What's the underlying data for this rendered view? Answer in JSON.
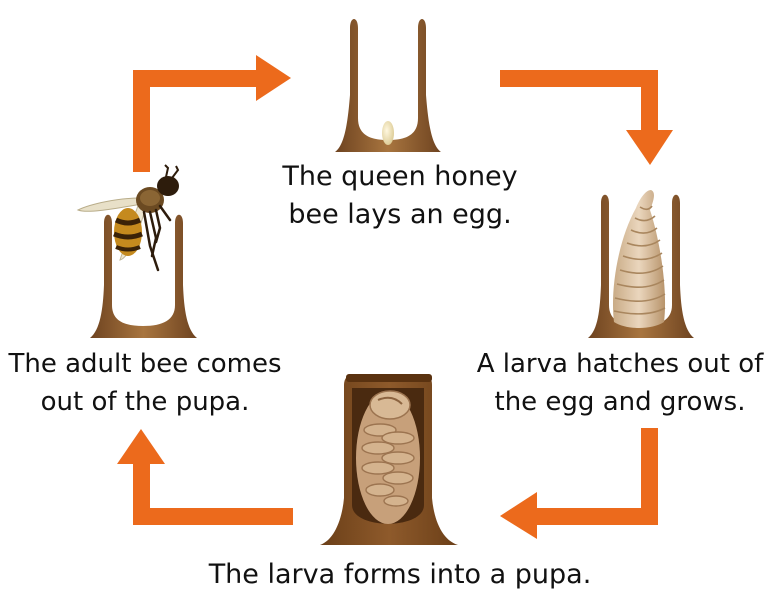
{
  "diagram": {
    "stages": [
      {
        "id": "egg",
        "lines": [
          "The queen honey",
          "bee lays an egg."
        ]
      },
      {
        "id": "larva",
        "lines": [
          "A larva hatches out of",
          "the egg and grows."
        ]
      },
      {
        "id": "pupa",
        "lines": [
          "The larva forms into a pupa."
        ]
      },
      {
        "id": "adult",
        "lines": [
          "The adult bee comes",
          "out of the pupa."
        ]
      }
    ],
    "arrow_color": "#ec6a1c",
    "cell_color": "#8a5a2e",
    "icons": [
      "egg-cell-icon",
      "larva-cell-icon",
      "pupa-cell-icon",
      "adult-bee-icon"
    ]
  }
}
